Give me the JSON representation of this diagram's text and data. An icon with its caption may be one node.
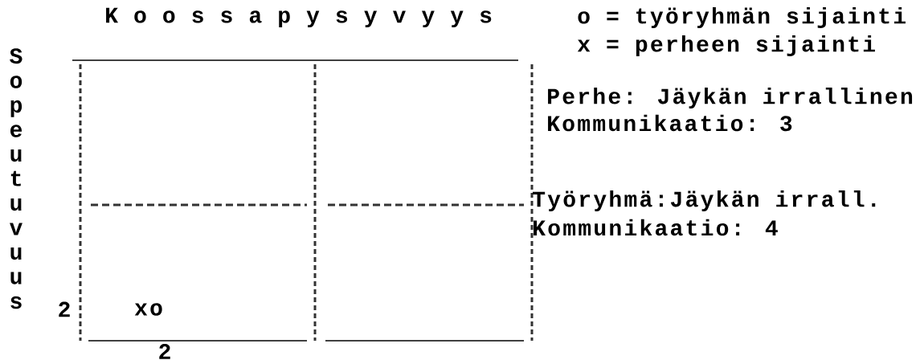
{
  "diagram": {
    "labels": [
      "K o o s s a p y s y v y y s",
      "o = työryhmän sijainti",
      "x = perheen sijainti",
      "Sopeutuvuus",
      "Perhe: Jäykän irrallinen",
      "Kommunikaatio: 3",
      "Työryhmä:Jäykän irrall.",
      "Kommunikaatio: 4",
      "2",
      "xo",
      "2"
    ]
  }
}
